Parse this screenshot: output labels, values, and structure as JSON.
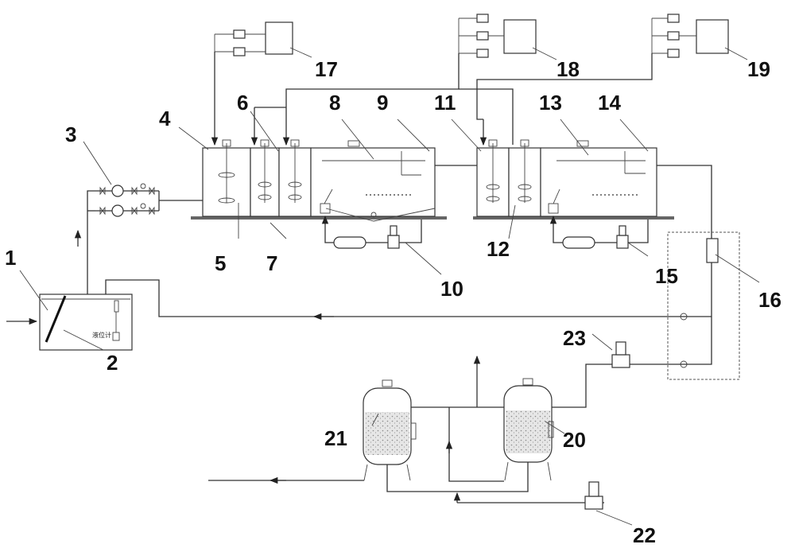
{
  "labels": {
    "n1": "1",
    "n2": "2",
    "n3": "3",
    "n4": "4",
    "n5": "5",
    "n6": "6",
    "n7": "7",
    "n8": "8",
    "n9": "9",
    "n10": "10",
    "n11": "11",
    "n12": "12",
    "n13": "13",
    "n14": "14",
    "n15": "15",
    "n16": "16",
    "n17": "17",
    "n18": "18",
    "n19": "19",
    "n20": "20",
    "n21": "21",
    "n22": "22",
    "n23": "23"
  },
  "sump_label": "液位计",
  "colors": {
    "line": "#333333",
    "floor": "#666666",
    "media": "#cfcfcf"
  }
}
